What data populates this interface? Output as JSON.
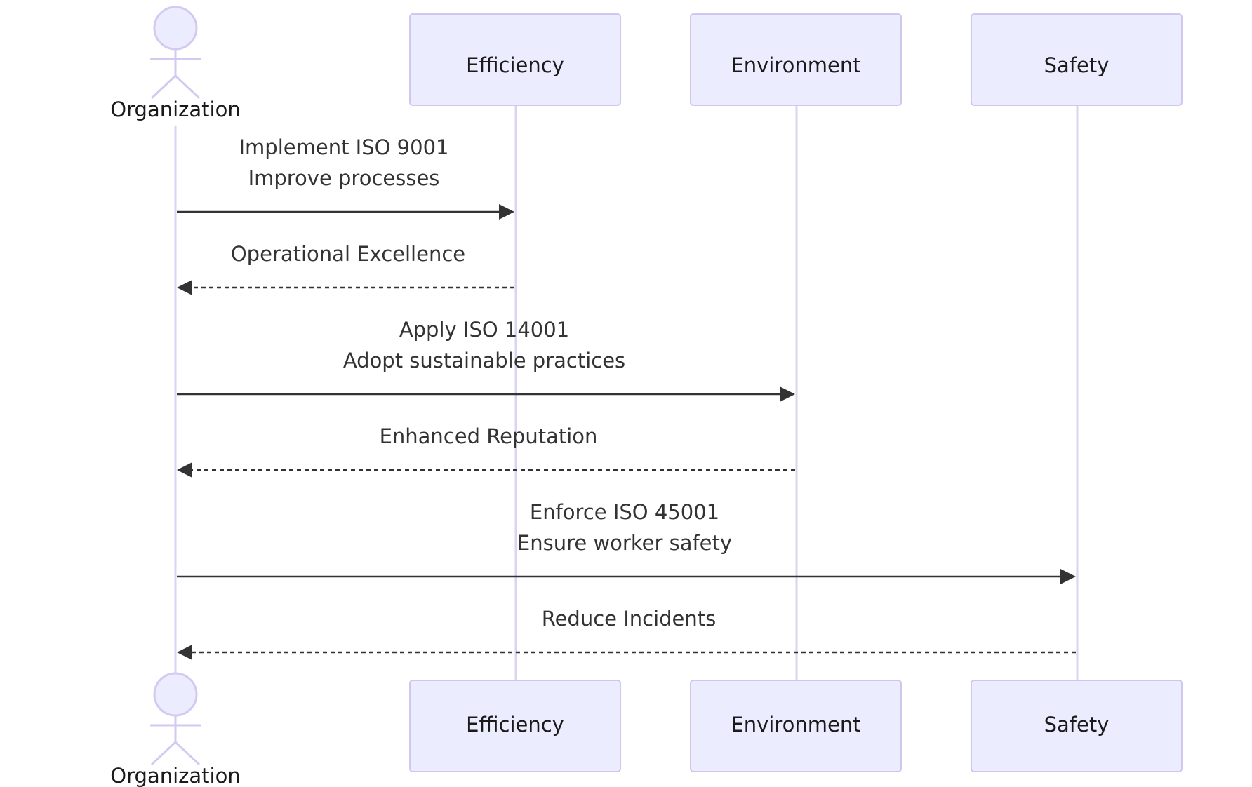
{
  "participants": {
    "organization": "Organization",
    "efficiency": "Efficiency",
    "environment": "Environment",
    "safety": "Safety"
  },
  "messages": [
    {
      "from": "organization",
      "to": "efficiency",
      "style": "solid",
      "lines": [
        "Implement ISO 9001",
        "Improve processes"
      ]
    },
    {
      "from": "efficiency",
      "to": "organization",
      "style": "dashed",
      "lines": [
        "Operational Excellence"
      ]
    },
    {
      "from": "organization",
      "to": "environment",
      "style": "solid",
      "lines": [
        "Apply ISO 14001",
        "Adopt sustainable practices"
      ]
    },
    {
      "from": "environment",
      "to": "organization",
      "style": "dashed",
      "lines": [
        "Enhanced Reputation"
      ]
    },
    {
      "from": "organization",
      "to": "safety",
      "style": "solid",
      "lines": [
        "Enforce ISO 45001",
        "Ensure worker safety"
      ]
    },
    {
      "from": "safety",
      "to": "organization",
      "style": "dashed",
      "lines": [
        "Reduce Incidents"
      ]
    }
  ],
  "colors": {
    "participant_fill": "#ececff",
    "participant_border": "#d1c6f0",
    "lifeline": "#dcd3f3",
    "message": "#333333"
  }
}
